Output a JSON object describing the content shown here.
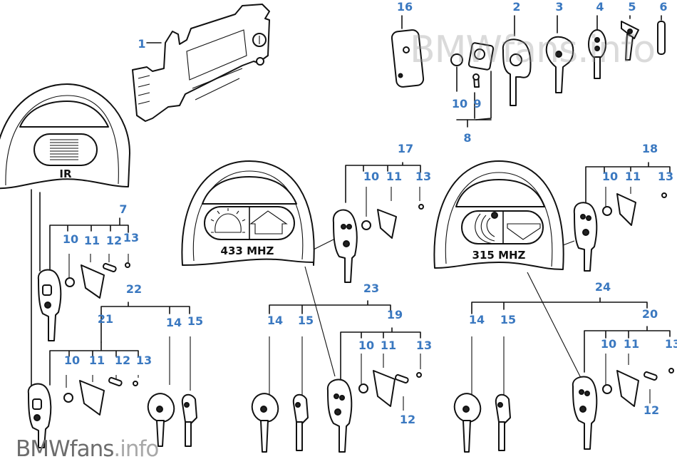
{
  "diagram": {
    "title": "BMW key and remote transmitter parts diagram",
    "label_color": "#3a78c0",
    "covers": [
      {
        "id": "cover-ir",
        "text": "IR",
        "icon": "infrared-window-icon"
      },
      {
        "id": "cover-433",
        "text": "433 MHZ",
        "icons": [
          "light-icon",
          "house-icon"
        ]
      },
      {
        "id": "cover-315",
        "text": "315 MHZ",
        "icons": [
          "radio-wave-icon",
          "arrow-down-icon"
        ]
      }
    ],
    "callouts": {
      "c1": "1",
      "c16": "16",
      "c2": "2",
      "c3": "3",
      "c4": "4",
      "c5": "5",
      "c6": "6",
      "c8_10": "10",
      "c8_9": "9",
      "c8": "8",
      "c17": "17",
      "c17_10": "10",
      "c17_11": "11",
      "c17_13": "13",
      "c18": "18",
      "c18_10": "10",
      "c18_11": "11",
      "c18_13": "13",
      "c7": "7",
      "c7_10": "10",
      "c7_11": "11",
      "c7_12": "12",
      "c7_13": "13",
      "c22": "22",
      "c21": "21",
      "c22_14": "14",
      "c22_15": "15",
      "c21_10": "10",
      "c21_11": "11",
      "c21_12": "12",
      "c21_13": "13",
      "c23": "23",
      "c23_14": "14",
      "c23_15": "15",
      "c19": "19",
      "c19_10": "10",
      "c19_11": "11",
      "c19_13": "13",
      "c19_12": "12",
      "c24": "24",
      "c24_14": "14",
      "c24_15": "15",
      "c20": "20",
      "c20_10": "10",
      "c20_11": "11",
      "c20_13": "13",
      "c20_12": "12"
    }
  },
  "watermark": {
    "top": "BMWfans.info",
    "bottom_main": "BMWfans",
    "bottom_suffix": ".info"
  }
}
